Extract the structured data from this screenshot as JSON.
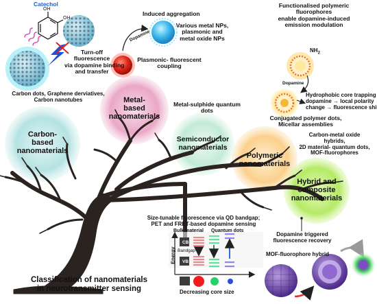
{
  "catechol": {
    "label": "Catechol",
    "oh_top": "OH",
    "oh_right": "OH"
  },
  "turn_off": {
    "line1": "Turn-off",
    "line2": "fluorescence",
    "line3": "via dopamine binding",
    "line4": "and transfer"
  },
  "carbon_examples": {
    "line1": "Carbon dots, Graphene derviatives,",
    "line2": "Carbon nanotubes"
  },
  "induced_aggregation": {
    "title": "Induced aggregation",
    "dopamine": "Dopamine",
    "examples_line1": "Various metal NPs,",
    "examples_line2": "plasmonic and",
    "examples_line3": "metal oxide NPs",
    "coupling_line1": "Plasmonic- fluorescent",
    "coupling_line2": "coupling"
  },
  "polymer_fluoro": {
    "line1": "Functionalised polymeric",
    "line2": "fluorophores",
    "line3": "enable dopamine-induced",
    "line4": "emission modulation",
    "nh2": "NH",
    "nh2_sub": "2",
    "dopamine": "Dopamine",
    "trap_line1": "Hydrophobic core trapping",
    "trap_line2": "dopamine → local polarity",
    "trap_line3": "change → fluorescence shift"
  },
  "metal_sulphide": {
    "line1": "Metal-sulphide quantum",
    "line2": "dots"
  },
  "conjugated": {
    "line1": "Conjugated polymer dots,",
    "line2": "Micellar assemblies"
  },
  "hybrid_examples": {
    "line1": "Carbon-metal oxide",
    "line2": "hybrids,",
    "line3": "2D material- quantum dots,",
    "line4": "MOF-fluorophores"
  },
  "categories": {
    "carbon": {
      "line1": "Carbon-",
      "line2": "based",
      "line3": "nanomaterials"
    },
    "metal": {
      "line1": "Metal-",
      "line2": "based",
      "line3": "nanomaterials"
    },
    "semiconductor": {
      "line1": "Semiconductor",
      "line2": "nanomaterials"
    },
    "polymeric": {
      "line1": "Polymeric",
      "line2": "nanomaterials"
    },
    "hybrid": {
      "line1": "Hybrid and",
      "line2": "composite",
      "line3": "nanomaterials"
    }
  },
  "qd": {
    "desc_line1": "Size-tunable fluorescence via QD bandgap;",
    "desc_line2": "PET and FRET-based dopamine sensing",
    "bulk": "Bulk material",
    "quantum_dots": "Quantum dots",
    "cb": "CB",
    "vb": "VB",
    "bandgap": "Bandgap",
    "energy": "Energy",
    "decreasing": "Decreasing core size"
  },
  "recovery": {
    "line1": "Dopamine triggered",
    "line2": "fluorescence recovery",
    "mof": "MOF-fluorophore hybrid"
  },
  "main_title": {
    "line1": "Classification of nanomaterials",
    "line2": "in neurotransmitter sensing"
  },
  "colors": {
    "carbon": "#a9dede",
    "metal": "#e8a4c4",
    "semiconductor": "#bfe8d5",
    "polymeric": "#fbd08c",
    "hybrid": "#b8ec6e",
    "tree": "#2a2320",
    "accent_blue": "#1a5fd6"
  }
}
